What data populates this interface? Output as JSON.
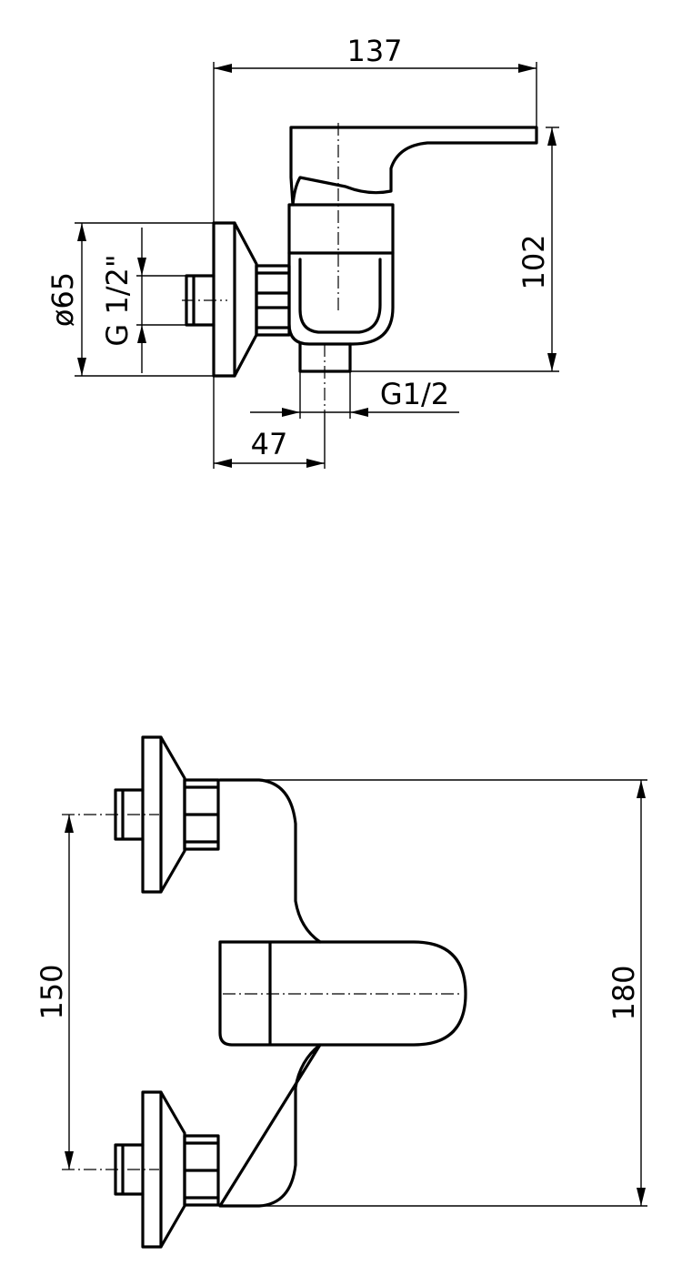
{
  "side_view": {
    "width_137": "137",
    "height_102": "102",
    "diameter_65": "ø65",
    "inlet_thread": "G 1/2\"",
    "outlet_thread": "G1/2",
    "offset_47": "47"
  },
  "front_view": {
    "height_180": "180",
    "spacing_150": "150"
  }
}
